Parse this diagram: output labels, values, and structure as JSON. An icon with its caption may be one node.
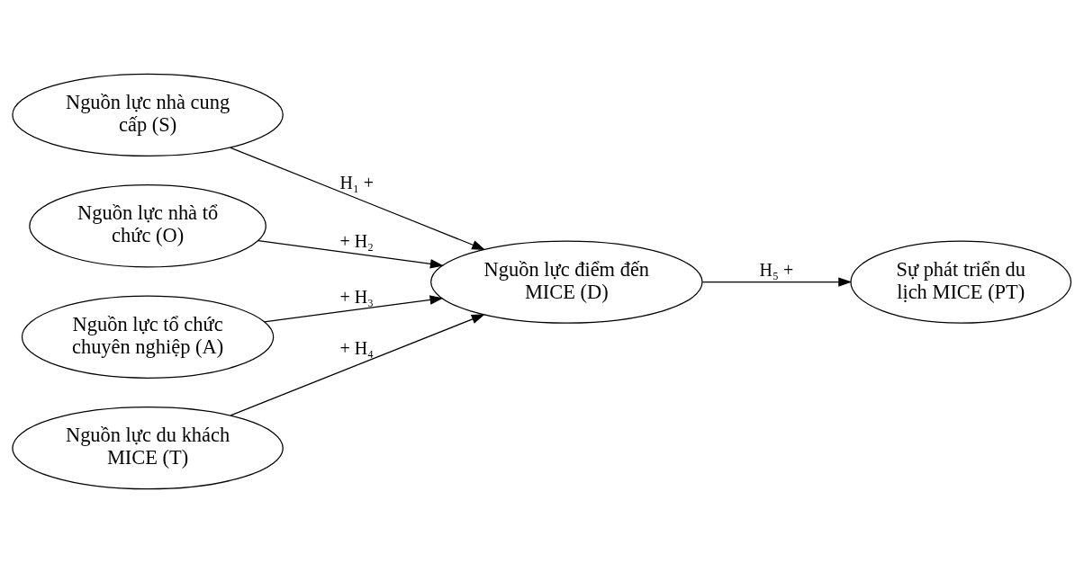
{
  "diagram": {
    "nodes": [
      {
        "text": [
          "Nguồn lực nhà cung cấp (S)"
        ]
      },
      {
        "text": [
          "Nguồn lực nhà tổ chức (O)"
        ]
      },
      {
        "text": [
          "Nguồn lực tổ chức chuyên nghiệp (A)"
        ]
      },
      {
        "text": [
          "Nguồn lực du khách MICE (T)"
        ]
      },
      {
        "text": [
          "Nguồn lực điểm đến MICE (D)"
        ]
      },
      {
        "text": [
          "Sự phát triển du lịch MICE (PT)"
        ]
      }
    ],
    "edges": [
      {
        "from": 0,
        "to": 4,
        "arrow": "to",
        "label": "H₁ +"
      },
      {
        "from": 1,
        "to": 4,
        "arrow": "to",
        "label": "+ H₂"
      },
      {
        "from": 2,
        "to": 4,
        "arrow": "to",
        "label": "+ H₃"
      },
      {
        "from": 3,
        "to": 4,
        "arrow": "to",
        "label": "+ H₄"
      },
      {
        "from": 4,
        "to": 5,
        "arrow": "to",
        "label": "H₅ +"
      }
    ]
  }
}
